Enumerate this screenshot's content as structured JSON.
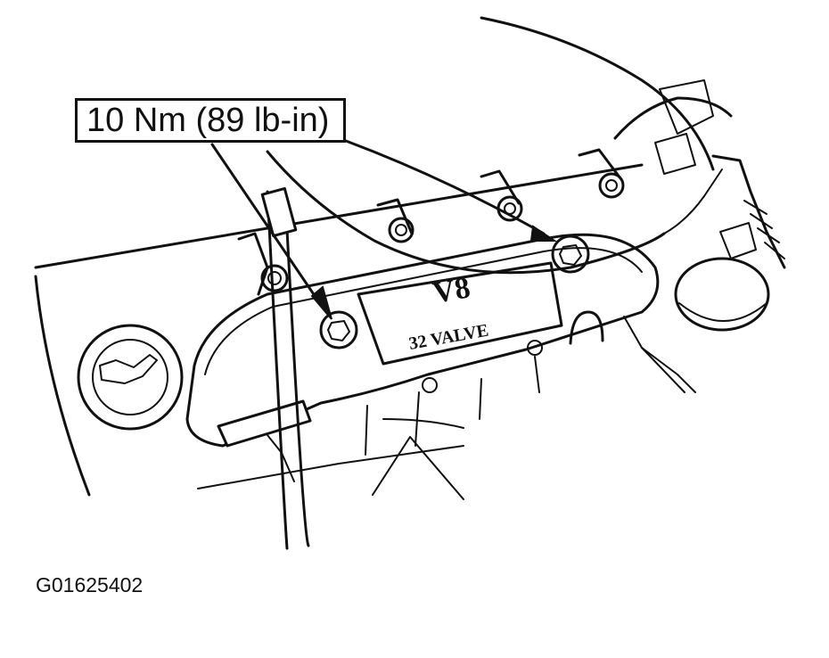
{
  "callout": {
    "torque_label": "10 Nm (89 lb-in)"
  },
  "emblem": {
    "line1": "V8",
    "line2": "32 VALVE"
  },
  "figure": {
    "id": "G01625402"
  },
  "colors": {
    "ink": "#111111",
    "paper": "#ffffff"
  }
}
